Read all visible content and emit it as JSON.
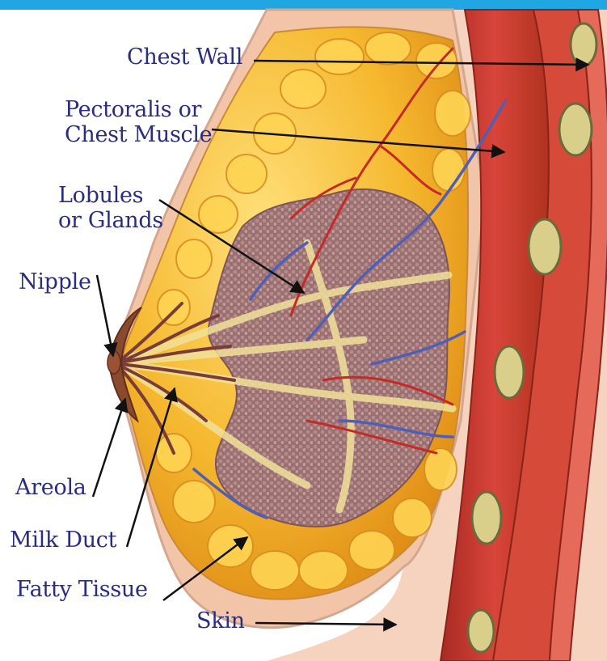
{
  "colors": {
    "top_bar": "#1fa6e3",
    "label_text": "#2a2c7f",
    "skin": "#f5cdb5",
    "muscle": "#c8392c",
    "fat": "#f4b731",
    "gland": "#9c7070",
    "vein": "#4f5fb8",
    "artery": "#c9302b"
  },
  "labels": {
    "chest_wall": "Chest Wall",
    "pectoralis_line1": "Pectoralis or",
    "pectoralis_line2": "Chest Muscle",
    "lobules_line1": "Lobules",
    "lobules_line2": "or Glands",
    "nipple": "Nipple",
    "areola": "Areola",
    "milk_duct": "Milk Duct",
    "fatty_tissue": "Fatty Tissue",
    "skin": "Skin"
  }
}
